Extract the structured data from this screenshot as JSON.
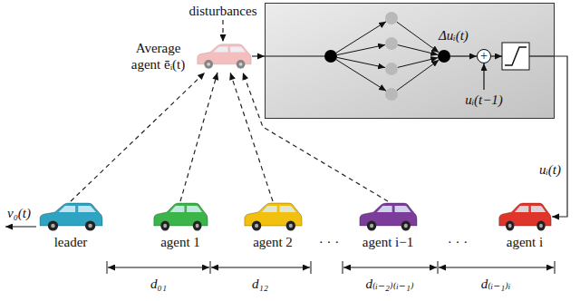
{
  "diagram": {
    "nodes": [
      {
        "text": [
          "Average agent ēᵢ(t)"
        ]
      },
      {
        "text": [
          "Δuᵢ(t)",
          "uᵢ(t−1)"
        ]
      },
      {
        "text": [
          "+"
        ],
        "in": 1
      },
      {
        "text": [
          "leader"
        ]
      },
      {
        "text": [
          "agent 1"
        ]
      },
      {
        "text": [
          "agent 2"
        ]
      },
      {
        "text": [
          "agent i−1"
        ]
      },
      {
        "text": [
          "agent i"
        ]
      }
    ],
    "edges": [
      {
        "from": 3,
        "to": 0,
        "arrow": "to"
      },
      {
        "from": 4,
        "to": 0,
        "arrow": "to"
      },
      {
        "from": 5,
        "to": 0,
        "arrow": "to"
      },
      {
        "from": 6,
        "to": 0,
        "arrow": "to"
      },
      {
        "from": 0,
        "to": 1,
        "arrow": "to"
      },
      {
        "from": 1,
        "to": 7,
        "arrow": "to",
        "label": "uᵢ(t)"
      }
    ],
    "labels": [
      "disturbances",
      "v₀(t)",
      "· · ·",
      "· · ·",
      "d₀₁",
      "d₁₂",
      "d₍ᵢ₋₂₎₍ᵢ₋₁₎",
      "d₍ᵢ₋₁₎ᵢ"
    ]
  }
}
